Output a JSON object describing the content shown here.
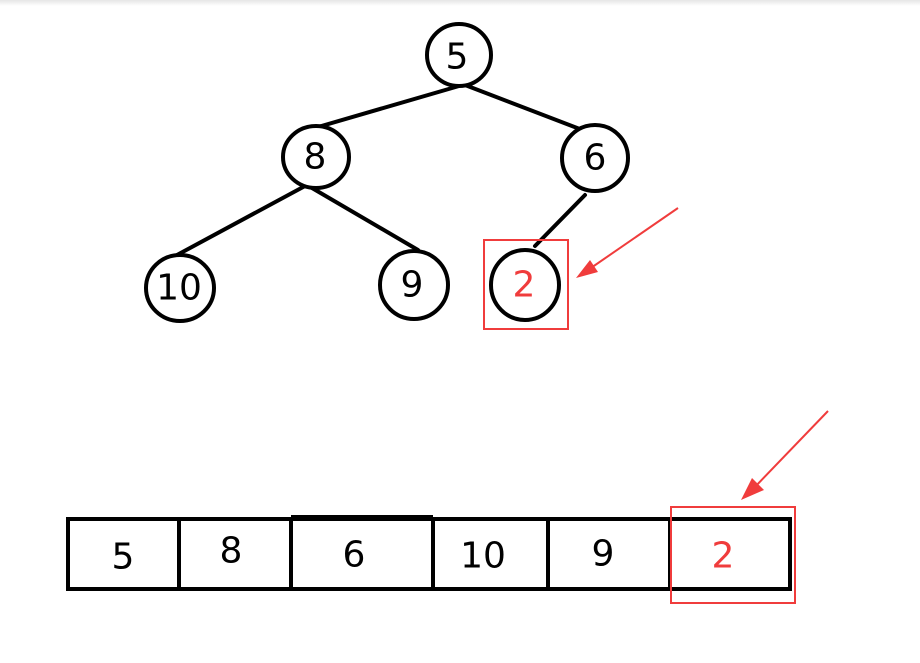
{
  "colors": {
    "ink": "#000000",
    "highlight": "#f03c3c",
    "background": "#ffffff"
  },
  "tree": {
    "nodes": [
      {
        "id": "n0",
        "value": "5",
        "highlighted": false
      },
      {
        "id": "n1",
        "value": "8",
        "highlighted": false
      },
      {
        "id": "n2",
        "value": "6",
        "highlighted": false
      },
      {
        "id": "n3",
        "value": "10",
        "highlighted": false
      },
      {
        "id": "n4",
        "value": "9",
        "highlighted": false
      },
      {
        "id": "n5",
        "value": "2",
        "highlighted": true
      }
    ]
  },
  "array": {
    "cells": [
      {
        "value": "5",
        "highlighted": false
      },
      {
        "value": "8",
        "highlighted": false
      },
      {
        "value": "6",
        "highlighted": false
      },
      {
        "value": "10",
        "highlighted": false
      },
      {
        "value": "9",
        "highlighted": false
      },
      {
        "value": "2",
        "highlighted": true
      }
    ]
  }
}
